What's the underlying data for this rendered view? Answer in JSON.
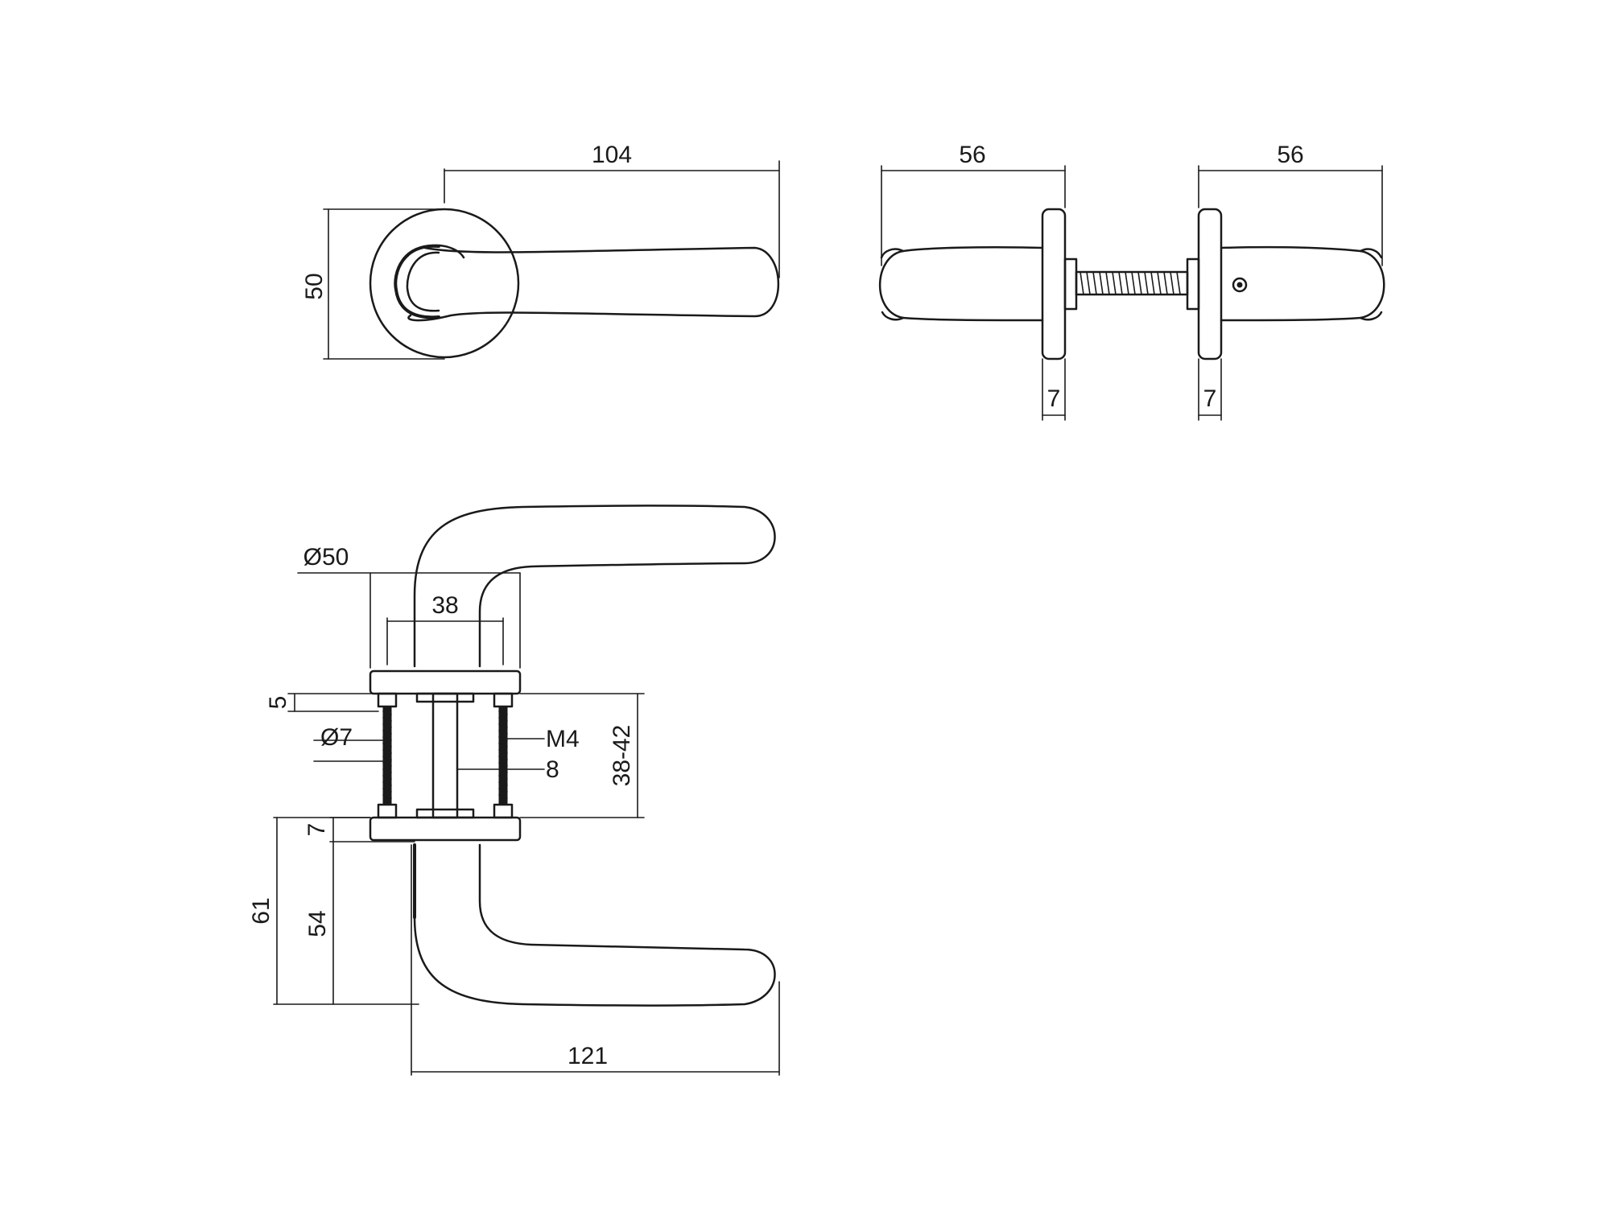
{
  "drawing": {
    "colors": {
      "ink": "#1a1a1a",
      "background": "#ffffff"
    },
    "front_view": {
      "width_label": "104",
      "height_label": "50"
    },
    "side_view": {
      "left_length_label": "56",
      "right_length_label": "56",
      "left_rose_thickness_label": "7",
      "right_rose_thickness_label": "7"
    },
    "section_view": {
      "rose_diameter_label": "Ø50",
      "screw_spacing_label": "38",
      "rose_top_thickness_label": "5",
      "screw_diameter_label": "Ø7",
      "thread_label": "M4",
      "spindle_label": "8",
      "door_thickness_label": "38-42",
      "rose_bottom_thickness_label": "7",
      "total_height_label": "61",
      "handle_height_label": "54",
      "handle_length_label": "121"
    }
  }
}
